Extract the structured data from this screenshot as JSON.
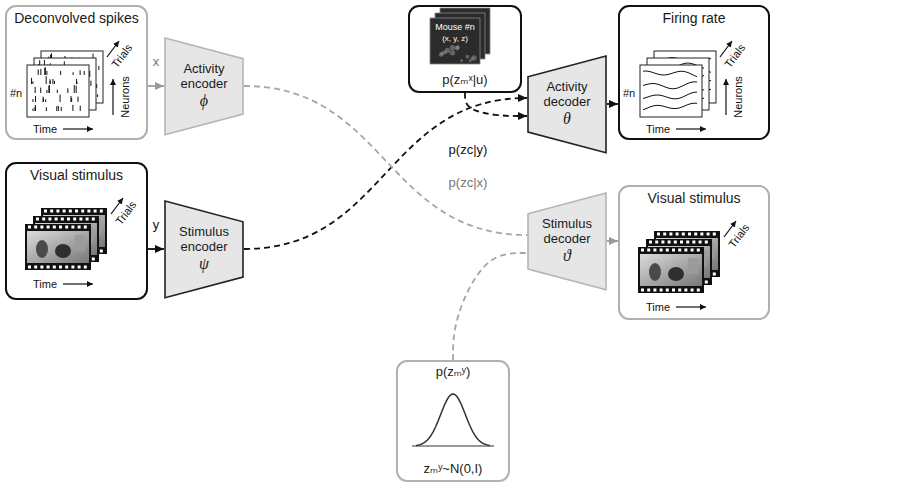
{
  "diagram": {
    "nodes": [
      {
        "text": [
          "Deconvolved spikes"
        ]
      },
      {
        "text": [
          "Activity encoder",
          "ϕ"
        ]
      },
      {
        "text": [
          "Visual stimulus"
        ]
      },
      {
        "text": [
          "Stimulus encoder",
          "ψ"
        ]
      },
      {
        "text": [
          "p(zₘˣ|u)"
        ]
      },
      {
        "text": [
          "Activity decoder",
          "θ"
        ]
      },
      {
        "text": [
          "Firing rate"
        ]
      },
      {
        "text": [
          "Stimulus decoder",
          "ϑ"
        ]
      },
      {
        "text": [
          "Visual stimulus"
        ]
      },
      {
        "text": [
          "p(zₘʸ)",
          "zₘʸ~N(0,I)"
        ]
      }
    ],
    "edges": [
      {
        "from": 0,
        "to": 1,
        "label": "x",
        "arrow": "to"
      },
      {
        "from": 2,
        "to": 3,
        "label": "y",
        "arrow": "to"
      },
      {
        "from": 3,
        "to": 5,
        "label": "p(zc|y)",
        "arrow": "to"
      },
      {
        "from": 4,
        "to": 5,
        "arrow": "to"
      },
      {
        "from": 1,
        "to": 7,
        "label": "p(zc|x)",
        "arrow": "none"
      },
      {
        "from": 9,
        "to": 7,
        "arrow": "none"
      },
      {
        "from": 5,
        "to": 6,
        "arrow": "to"
      },
      {
        "from": 7,
        "to": 8,
        "arrow": "to"
      }
    ],
    "labels": [
      "#n",
      "Trials",
      "Neurons",
      "Time",
      "Trials",
      "Time",
      "Mouse #n",
      "(x, y, z)",
      "#n",
      "Trials",
      "Neurons",
      "Time",
      "Trials",
      "Time"
    ]
  }
}
